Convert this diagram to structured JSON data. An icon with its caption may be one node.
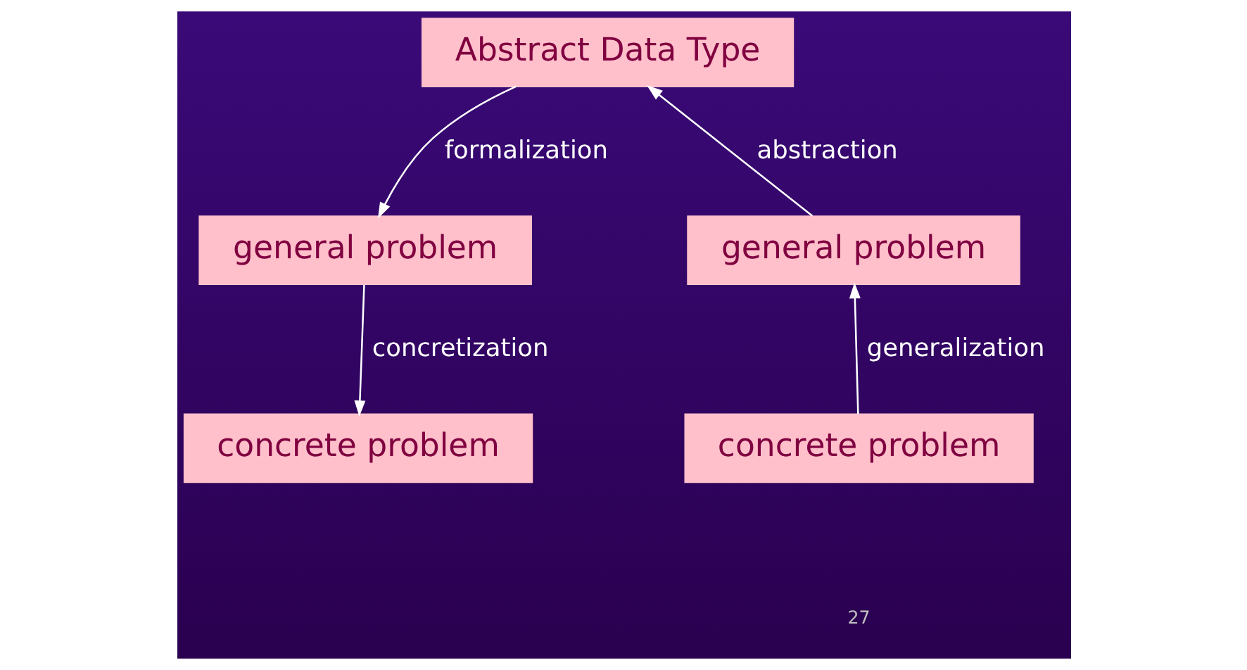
{
  "diagram": {
    "nodes": [
      {
        "text": [
          "Abstract Data Type"
        ]
      },
      {
        "text": [
          "general problem"
        ]
      },
      {
        "text": [
          "general problem"
        ]
      },
      {
        "text": [
          "concrete problem"
        ]
      },
      {
        "text": [
          "concrete problem"
        ]
      }
    ],
    "edges": [
      {
        "from": 0,
        "to": 1,
        "arrow": "to",
        "label": "formalization"
      },
      {
        "from": 2,
        "to": 0,
        "arrow": "to",
        "label": "abstraction"
      },
      {
        "from": 1,
        "to": 3,
        "arrow": "to",
        "label": "concretization"
      },
      {
        "from": 4,
        "to": 2,
        "arrow": "to",
        "label": "generalization"
      }
    ],
    "labels": [
      "27"
    ]
  }
}
